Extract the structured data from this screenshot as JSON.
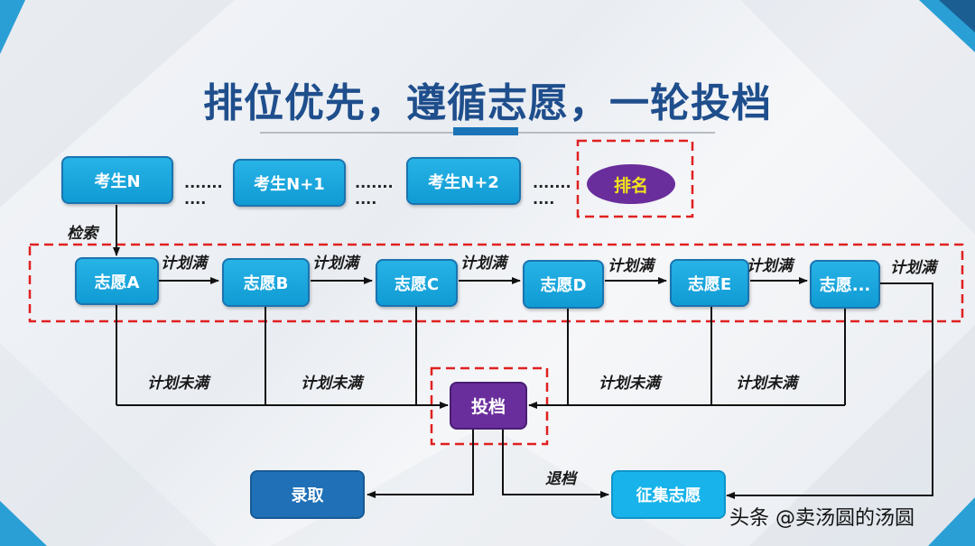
{
  "title": "排位优先，遵循志愿，一轮投档",
  "students": [
    "考生N",
    "考生N+1",
    "考生N+2"
  ],
  "dots": ".......",
  "dots_short": "....",
  "rank": "排名",
  "search_label": "检索",
  "choices": [
    "志愿A",
    "志愿B",
    "志愿C",
    "志愿D",
    "志愿E",
    "志愿..."
  ],
  "plan_full": "计划满",
  "plan_not_full": "计划未满",
  "submit": "投档",
  "admit": "录取",
  "return_label": "退档",
  "collect": "征集志愿",
  "watermark": "头条 @卖汤圆的汤圆",
  "colors": {
    "title": "#1f4e8c",
    "box_cyan": "#16a5dc",
    "box_purple": "#6a2e9c",
    "box_blue": "#1f70b7",
    "dashed_red": "#e02020",
    "rank_text": "#f2e31b"
  }
}
